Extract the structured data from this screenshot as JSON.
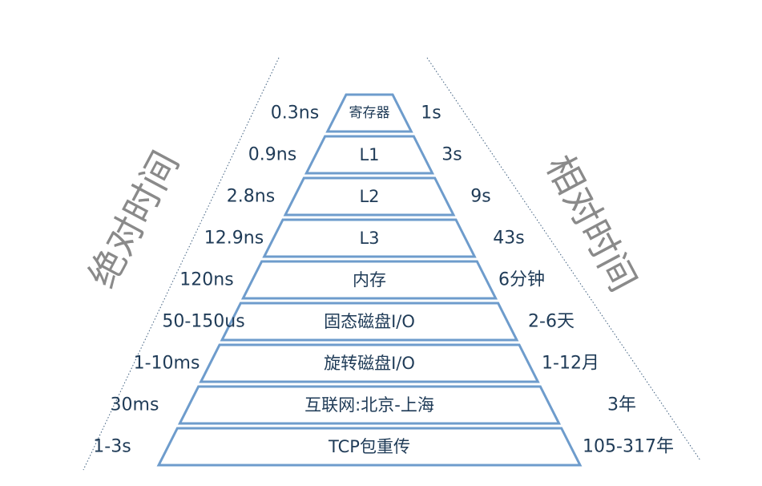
{
  "titles": {
    "absolute": "绝对时间",
    "relative": "相对时间"
  },
  "colors": {
    "tier_fill": "#ffffff",
    "tier_stroke": "#6e9ccc",
    "text": "#1f3b57",
    "side_title": "#8a8a8a",
    "guide_line": "#3f5f7f"
  },
  "levels": [
    {
      "label": "寄存器",
      "absolute": "0.3ns",
      "relative": "1s"
    },
    {
      "label": "L1",
      "absolute": "0.9ns",
      "relative": "3s"
    },
    {
      "label": "L2",
      "absolute": "2.8ns",
      "relative": "9s"
    },
    {
      "label": "L3",
      "absolute": "12.9ns",
      "relative": "43s"
    },
    {
      "label": "内存",
      "absolute": "120ns",
      "relative": "6分钟"
    },
    {
      "label": "固态磁盘I/O",
      "absolute": "50-150us",
      "relative": "2-6天"
    },
    {
      "label": "旋转磁盘I/O",
      "absolute": "1-10ms",
      "relative": "1-12月"
    },
    {
      "label": "互联网:北京-上海",
      "absolute": "30ms",
      "relative": "3年"
    },
    {
      "label": "TCP包重传",
      "absolute": "1-3s",
      "relative": "105-317年"
    }
  ]
}
